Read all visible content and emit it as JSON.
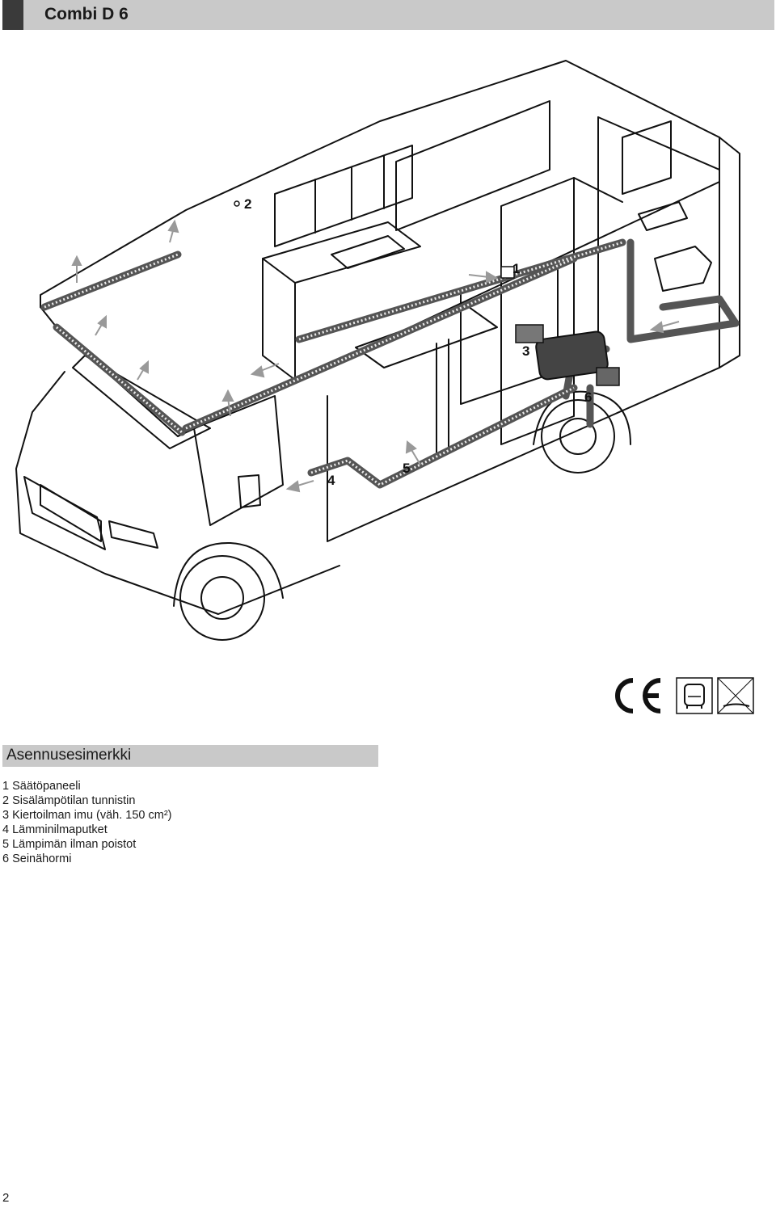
{
  "header": {
    "title": "Combi D 6"
  },
  "illustration": {
    "callouts": {
      "c1": "1",
      "c2": "2",
      "c3": "3",
      "c4": "4",
      "c5": "5",
      "c6": "6"
    }
  },
  "section": {
    "title": "Asennusesimerkki"
  },
  "legend": [
    "1 Säätöpaneeli",
    "2 Sisälämpötilan tunnistin",
    "3 Kiertoilman imu (väh. 150 cm²)",
    "4 Lämminilmaputket",
    "5 Lämpimän ilman poistot",
    "6 Seinähormi"
  ],
  "footer": {
    "page_number": "2"
  }
}
